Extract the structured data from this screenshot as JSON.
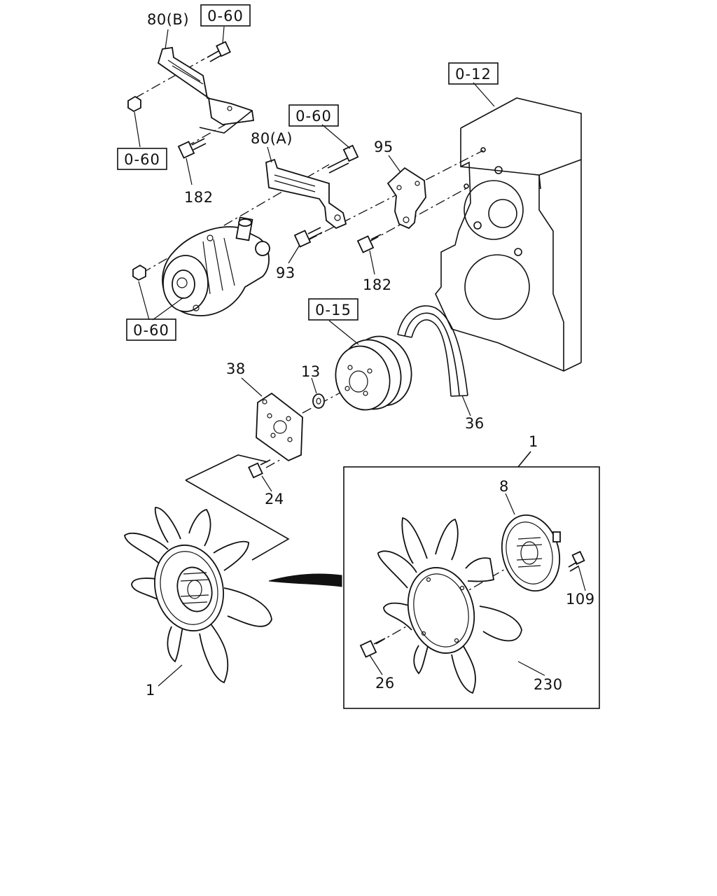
{
  "callouts": {
    "p80b": "80(B)",
    "p80a": "80(A)",
    "p95": "95",
    "p182_top": "182",
    "p182_mid": "182",
    "p93": "93",
    "p38": "38",
    "p13": "13",
    "p36": "36",
    "p24": "24",
    "p1_assembly": "1",
    "p1_fan": "1",
    "p8": "8",
    "p109": "109",
    "p26": "26",
    "p230": "230"
  },
  "reference_boxes": {
    "ref_top": "0-60",
    "ref_engine": "0-12",
    "ref_bracket_a": "0-60",
    "ref_left": "0-60",
    "ref_pump": "0-60",
    "ref_pulley": "0-15"
  },
  "colors": {
    "ink": "#111111",
    "paper": "#ffffff"
  }
}
